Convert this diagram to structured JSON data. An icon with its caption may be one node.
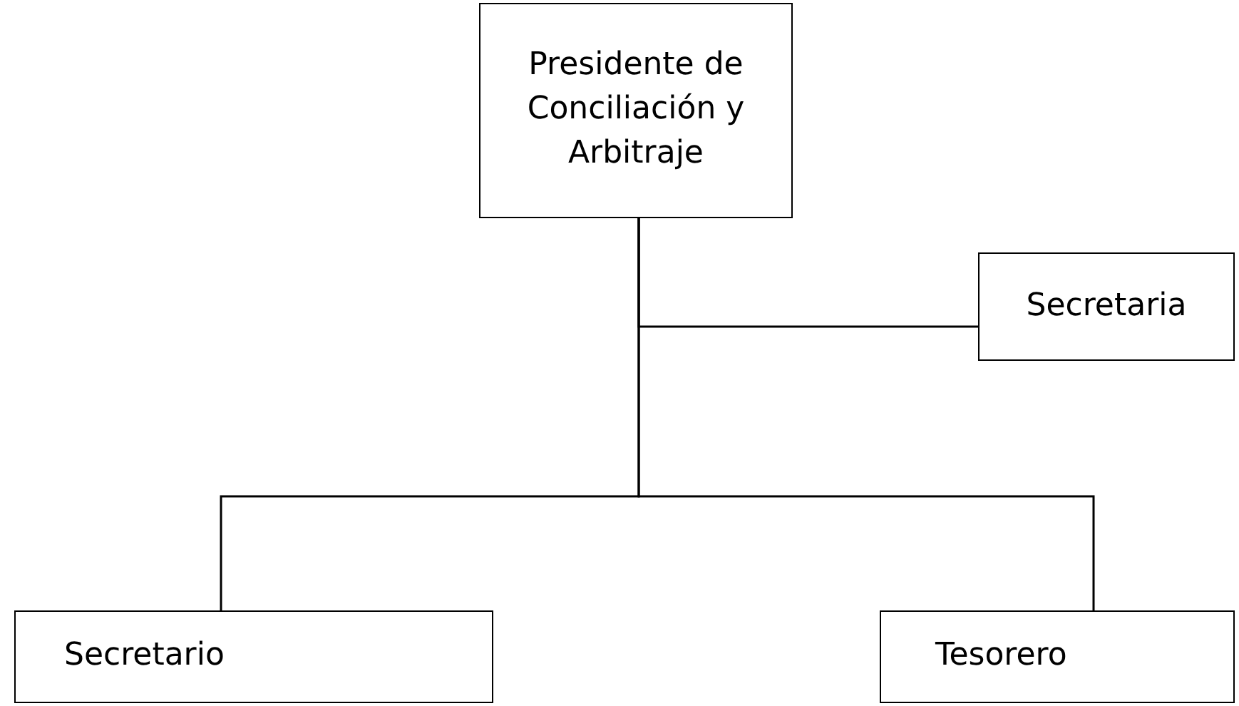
{
  "diagram": {
    "nodes": [
      {
        "text": [
          "Presidente de Conciliación y Arbitraje"
        ]
      },
      {
        "text": [
          "Secretaria"
        ]
      },
      {
        "text": [
          "Secretario"
        ]
      },
      {
        "text": [
          "Tesorero"
        ]
      }
    ],
    "edges": [
      {
        "from": 0,
        "to": 1,
        "arrow": "none"
      },
      {
        "from": 0,
        "to": 2,
        "arrow": "none"
      },
      {
        "from": 0,
        "to": 3,
        "arrow": "none"
      }
    ]
  }
}
